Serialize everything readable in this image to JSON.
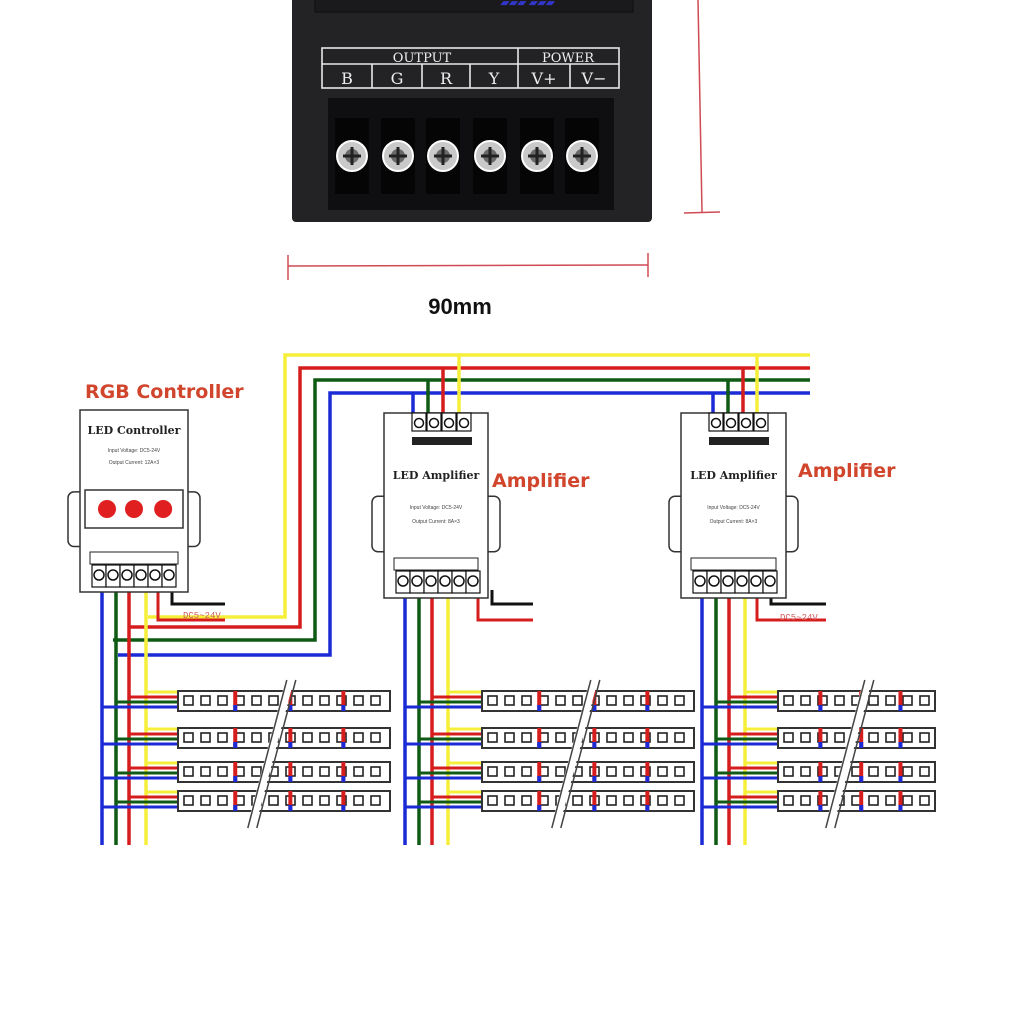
{
  "product": {
    "terminal_header_output": "OUTPUT",
    "terminal_header_power": "POWER",
    "terminal_labels": [
      "B",
      "G",
      "R",
      "Y",
      "V+",
      "V−"
    ],
    "width_dimension": "90mm"
  },
  "diagram": {
    "controller_label": "RGB Controller",
    "controller_device_title": "LED Controller",
    "controller_spec_voltage": "Input Voltage: DC5-24V",
    "controller_spec_current": "Output Current: 12A×3",
    "amplifier_label_1": "Amplifier",
    "amplifier_label_2": "Amplifier",
    "amplifier_device_title": "LED Amplifier",
    "amplifier_spec_voltage": "Input Voltage: DC5-24V",
    "amplifier_spec_current": "Output Current: 8A×3",
    "power_input_label": "DC5~24V",
    "wire_colors": {
      "blue": "#1a2bd6",
      "green": "#0f5a14",
      "red": "#d61d1d",
      "yellow": "#f5ef3a",
      "black": "#111111"
    },
    "label_color": "#d0452c"
  }
}
